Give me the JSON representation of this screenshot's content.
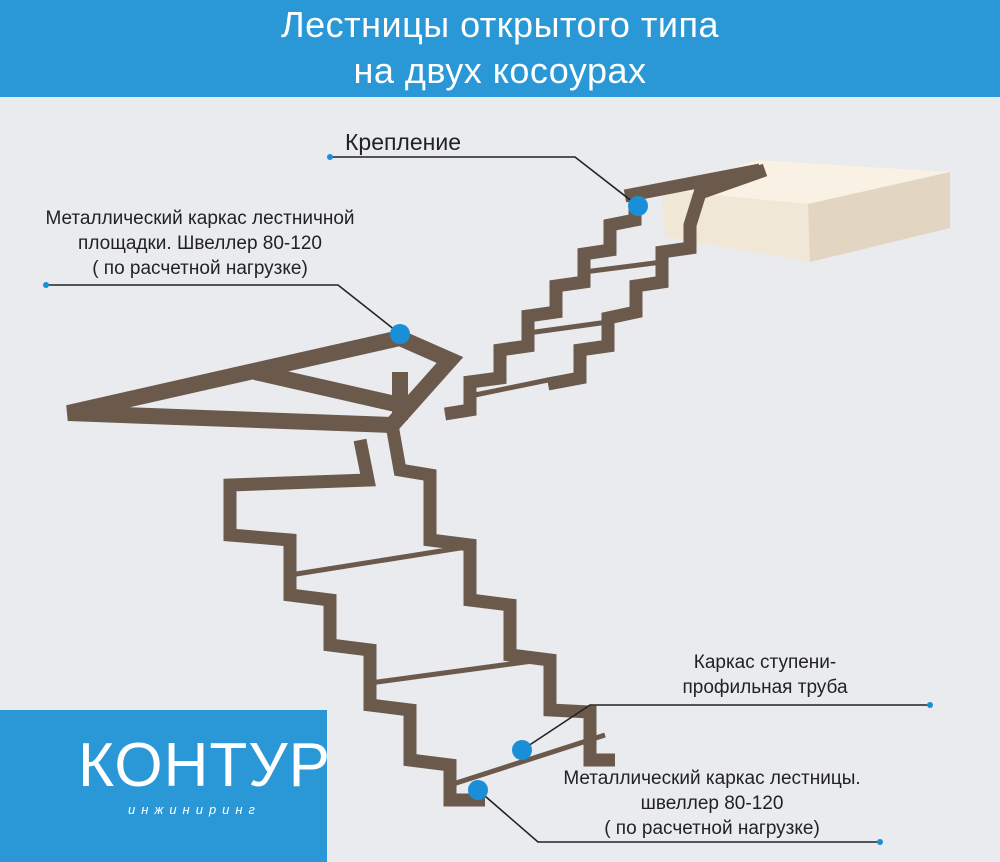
{
  "title": {
    "line1": "Лестницы открытого типа",
    "line2": "на двух косоурах"
  },
  "labels": {
    "fastening": "Крепление",
    "platform_frame_1": "Металлический каркас лестничной",
    "platform_frame_2": "площадки. Швеллер 80-120",
    "platform_frame_3": "( по расчетной нагрузке)",
    "step_frame_1": "Каркас ступени-",
    "step_frame_2": "профильная труба",
    "stair_frame_1": "Металлический каркас лестницы.",
    "stair_frame_2": "швеллер 80-120",
    "stair_frame_3": "( по расчетной нагрузке)"
  },
  "logo": {
    "name": "КОНТУР",
    "subtitle": "инжиниринг"
  },
  "colors": {
    "header": "#2a98d6",
    "frame": "#6b5a4c",
    "marker": "#1a8fd8",
    "slab": "#f1e7d6"
  }
}
